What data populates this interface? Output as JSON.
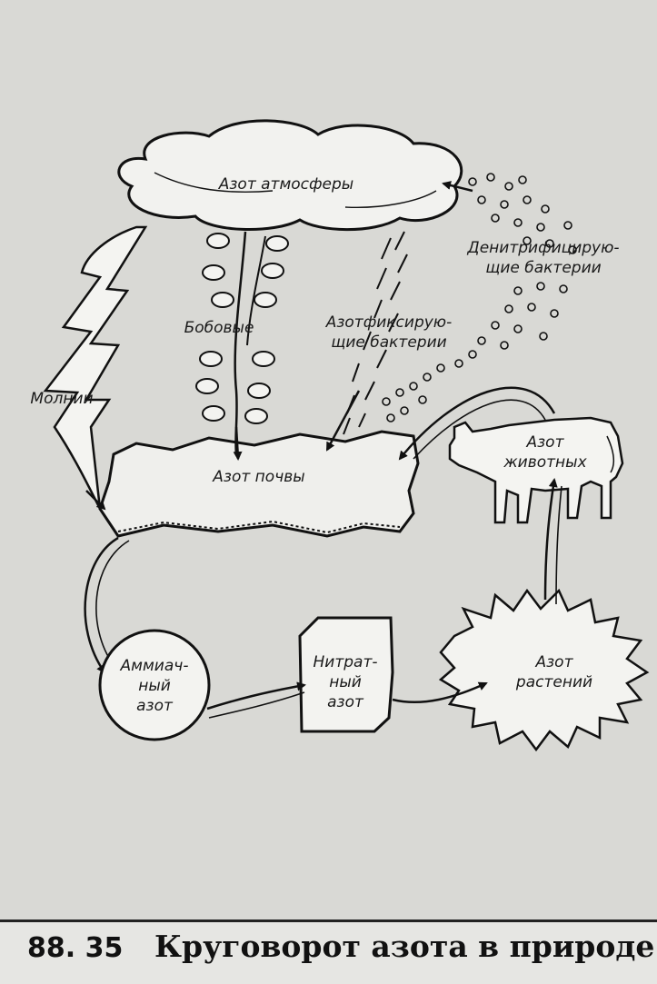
{
  "diagram": {
    "nodes": {
      "atmosphere": "Азот атмосферы",
      "soil": "Азот почвы",
      "ammonia": "Аммиач-\nный\nазот",
      "nitrate": "Нитрат-\nный\nазот",
      "plants": "Азот\nрастений",
      "animals": "Азот\nживотных"
    },
    "labels": {
      "lightning": "Молнии",
      "legumes": "Бобовые",
      "fixing_bacteria": "Азотфиксирую-\nщие бактерии",
      "denitrifying_bacteria": "Денитрифицирую-\nщие бактерии"
    }
  },
  "caption": {
    "code": "88. 35",
    "title": "Круговорот азота в природе"
  }
}
